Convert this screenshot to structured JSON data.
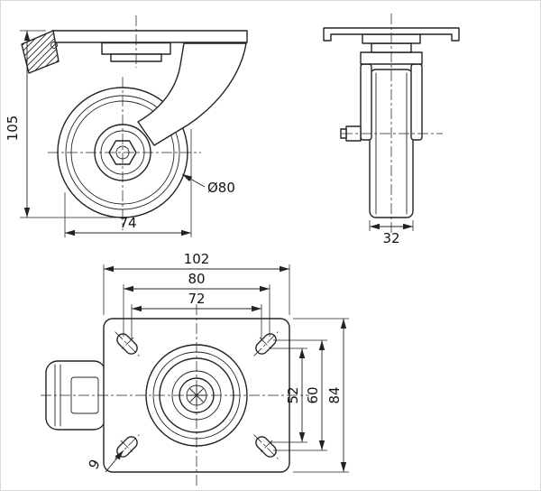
{
  "drawing": {
    "line_color": "#232323",
    "background": "#ffffff",
    "side_view": {
      "overall_height": "105",
      "horizontal_span": "74",
      "wheel_diameter": "Ø80"
    },
    "front_view": {
      "wheel_width": "32"
    },
    "top_view": {
      "plate_length": "102",
      "hole_span_h_outer": "80",
      "hole_span_h_inner": "72",
      "hole_span_v_inner": "52",
      "hole_span_v_outer": "60",
      "plate_width": "84",
      "hole_diameter": "9"
    }
  }
}
